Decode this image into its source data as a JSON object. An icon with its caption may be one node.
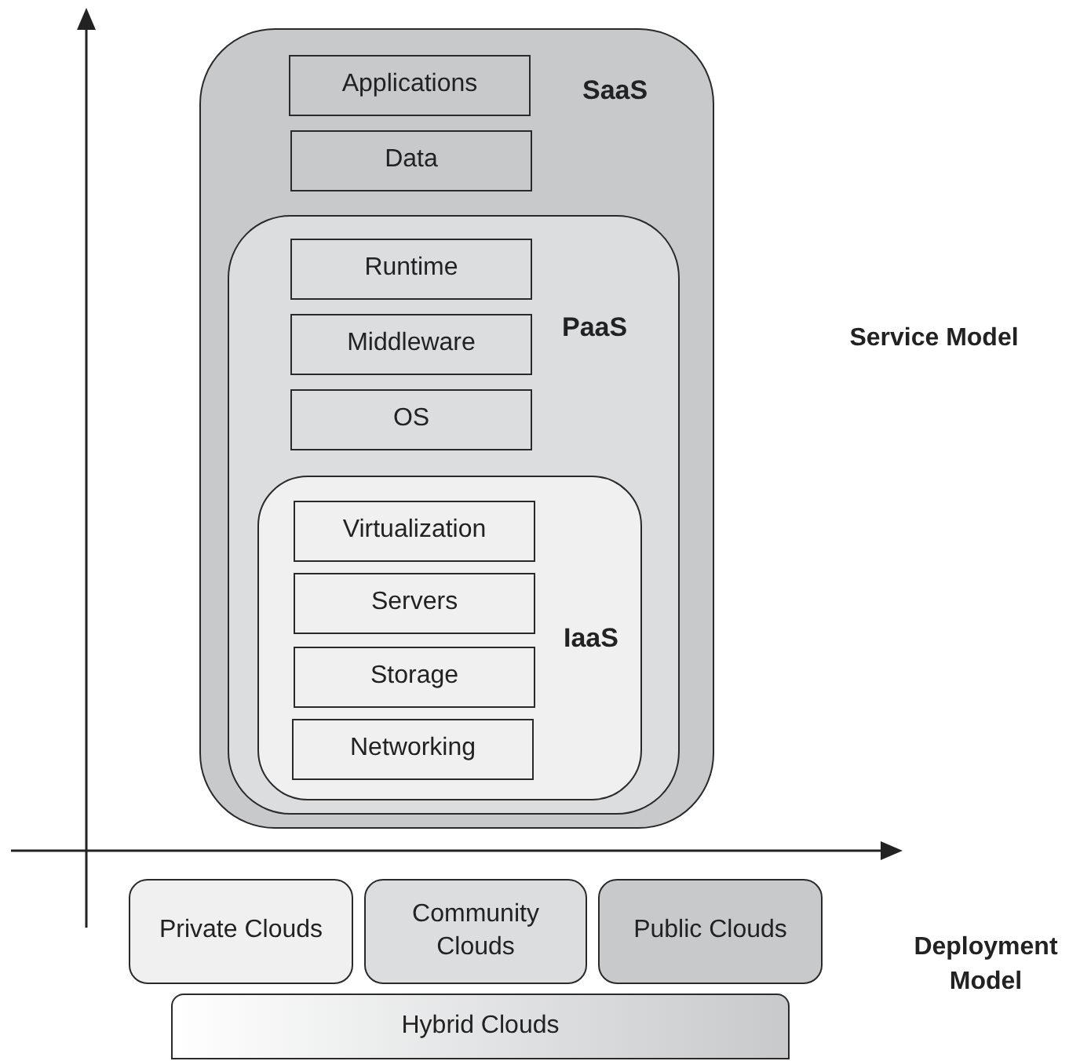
{
  "diagram": {
    "nodes": [
      {
        "text": [
          "SaaS"
        ]
      },
      {
        "text": [
          "Applications"
        ],
        "in": 0
      },
      {
        "text": [
          "Data"
        ],
        "in": 0
      },
      {
        "text": [
          "PaaS"
        ],
        "in": 0
      },
      {
        "text": [
          "Runtime"
        ],
        "in": 3
      },
      {
        "text": [
          "Middleware"
        ],
        "in": 3
      },
      {
        "text": [
          "OS"
        ],
        "in": 3
      },
      {
        "text": [
          "IaaS"
        ],
        "in": 3
      },
      {
        "text": [
          "Virtualization"
        ],
        "in": 7
      },
      {
        "text": [
          "Servers"
        ],
        "in": 7
      },
      {
        "text": [
          "Storage"
        ],
        "in": 7
      },
      {
        "text": [
          "Networking"
        ],
        "in": 7
      },
      {
        "text": [
          "Private Clouds"
        ]
      },
      {
        "text": [
          "Community Clouds"
        ]
      },
      {
        "text": [
          "Public Clouds"
        ]
      },
      {
        "text": [
          "Hybrid Clouds"
        ]
      }
    ],
    "labels": [
      "Service Model",
      "Deployment Model"
    ]
  }
}
